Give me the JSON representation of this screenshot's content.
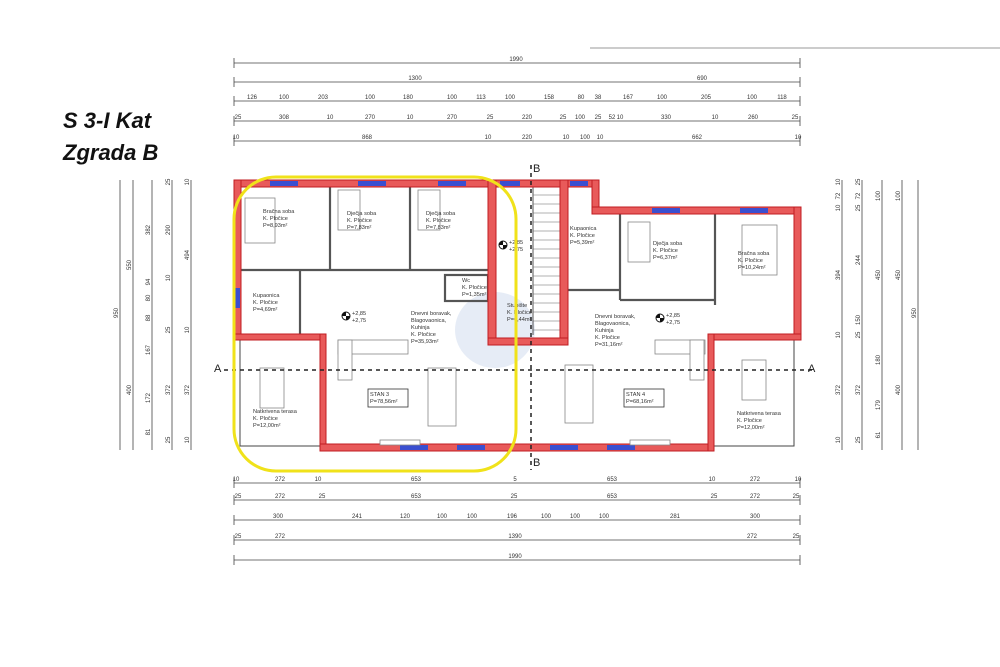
{
  "heading": {
    "line1": "S 3-I Kat",
    "line2": "Zgrada B"
  },
  "colors": {
    "wall": "#d9262c",
    "wall_fill": "#e85a5a",
    "highlight": "#f0e21a",
    "window": "#3a4fd0",
    "plant": "#5fd35f",
    "partition": "#555555"
  },
  "section_markers": {
    "a_left": "A",
    "a_right": "A",
    "b_top": "B",
    "b_bottom": "B"
  },
  "dimensions": {
    "top": [
      [
        "1990"
      ],
      [
        "1300",
        "690"
      ],
      [
        "126",
        "100",
        "203",
        "100",
        "180",
        "100",
        "113",
        "100",
        "158",
        "80",
        "38",
        "167",
        "100",
        "205",
        "100",
        "118"
      ],
      [
        "25",
        "308",
        "10",
        "270",
        "10",
        "270",
        "25",
        "220",
        "25",
        "100",
        "25",
        "52",
        "10",
        "330",
        "10",
        "260",
        "25"
      ],
      [
        "10",
        "868",
        "10",
        "220",
        "10",
        "100",
        "10",
        "662",
        "10"
      ]
    ],
    "bottom": [
      [
        "10",
        "272",
        "10",
        "653",
        "5",
        "653",
        "10",
        "272",
        "10"
      ],
      [
        "25",
        "272",
        "25",
        "653",
        "25",
        "653",
        "25",
        "272",
        "25"
      ],
      [
        "300",
        "241",
        "120",
        "100",
        "100",
        "196",
        "100",
        "100",
        "100",
        "281",
        "300"
      ],
      [
        "25",
        "272",
        "1390",
        "272",
        "25"
      ],
      [
        "1990"
      ]
    ],
    "left": [
      [
        "950"
      ],
      [
        "550",
        "400"
      ],
      [
        "382",
        "94",
        "80",
        "88",
        "167",
        "172",
        "81"
      ],
      [
        "25",
        "290",
        "10",
        "25",
        "372",
        "25"
      ],
      [
        "10",
        "494",
        "10",
        "372",
        "10"
      ]
    ],
    "right": [
      [
        "10",
        "72",
        "10",
        "394",
        "10",
        "372",
        "10"
      ],
      [
        "25",
        "72",
        "25",
        "244",
        "150",
        "25",
        "372",
        "25"
      ],
      [
        "100",
        "450",
        "180",
        "179",
        "61"
      ],
      [
        "100",
        "450",
        "400"
      ],
      [
        "950"
      ]
    ]
  },
  "rooms": [
    {
      "lines": [
        "Bračna soba",
        "K. Pločice",
        "P=8,93m²"
      ]
    },
    {
      "lines": [
        "Dječja soba",
        "K. Pločice",
        "P=7,83m²"
      ]
    },
    {
      "lines": [
        "Dječja soba",
        "K. Pločice",
        "P=7,83m²"
      ]
    },
    {
      "lines": [
        "Kupaonica",
        "K. Pločice",
        "P=4,69m²"
      ]
    },
    {
      "lines": [
        "Wc",
        "K. Pločice",
        "P=1,35m²"
      ]
    },
    {
      "lines": [
        "Dnevni boravak,",
        "Blagovaonica,",
        "Kuhinja",
        "K. Pločice",
        "P=35,93m²"
      ]
    },
    {
      "lines": [
        "Natkrivena terasa",
        "K. Pločice",
        "P=12,00m²"
      ]
    },
    {
      "lines": [
        "Stubište",
        "K. Pločice",
        "P=6,44m²"
      ]
    },
    {
      "lines": [
        "Kupaonica",
        "K. Pločice",
        "P=5,39m²"
      ]
    },
    {
      "lines": [
        "Dječja soba",
        "K. Pločice",
        "P=6,37m²"
      ]
    },
    {
      "lines": [
        "Bračna soba",
        "K. Pločice",
        "P=10,24m²"
      ]
    },
    {
      "lines": [
        "Dnevni boravak,",
        "Blagovaonica,",
        "Kuhinja",
        "K. Pločice",
        "P=31,16m²"
      ]
    },
    {
      "lines": [
        "Natkrivena terasa",
        "K. Pločice",
        "P=12,00m²"
      ]
    }
  ],
  "units": [
    {
      "name": "STAN 3",
      "area": "P=78,56m²"
    },
    {
      "name": "STAN 4",
      "area": "P=68,16m²"
    }
  ],
  "levels": {
    "upper": "+2,85",
    "lower": "+2,75"
  }
}
